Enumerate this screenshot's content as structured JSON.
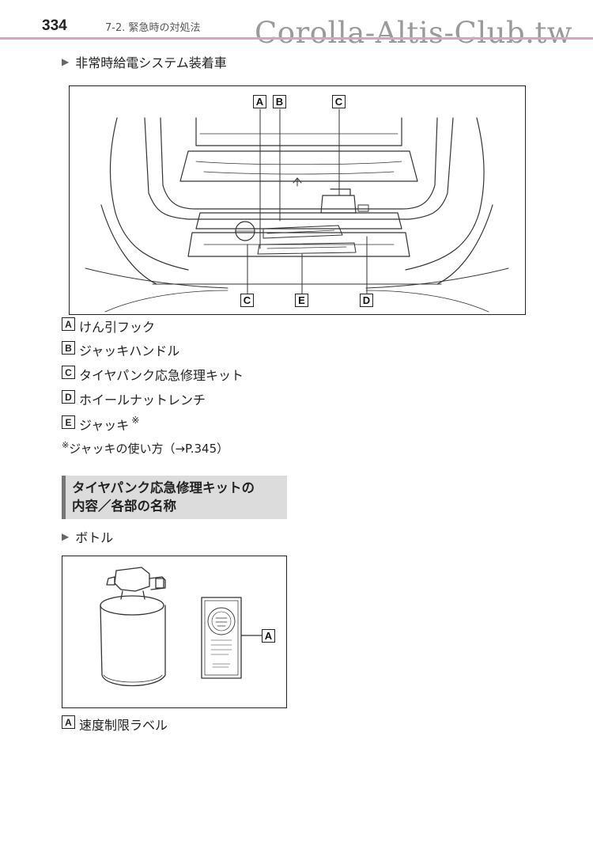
{
  "header": {
    "page_number": "334",
    "section_path": "7-2. 緊急時の対処法",
    "watermark": "Corolla-Altis-Club.tw"
  },
  "figure1": {
    "subheading": "非常時給電システム装着車",
    "callouts": {
      "a": "A",
      "b": "B",
      "c_top": "C",
      "c_bottom": "C",
      "e": "E",
      "d": "D"
    }
  },
  "legend": [
    {
      "key": "A",
      "label": "けん引フック"
    },
    {
      "key": "B",
      "label": "ジャッキハンドル"
    },
    {
      "key": "C",
      "label": "タイヤパンク応急修理キット"
    },
    {
      "key": "D",
      "label": "ホイールナットレンチ"
    },
    {
      "key": "E",
      "label": "ジャッキ",
      "note_mark": "※"
    }
  ],
  "footnote": {
    "mark": "※",
    "text": "ジャッキの使い方（→P.345）"
  },
  "section": {
    "title_line1": "タイヤパンク応急修理キットの",
    "title_line2": "内容／各部の名称"
  },
  "figure2": {
    "subheading": "ボトル",
    "callout": "A"
  },
  "legend2": [
    {
      "key": "A",
      "label": "速度制限ラベル"
    }
  ],
  "icons": {
    "bullet": "triangle-right-icon"
  },
  "colors": {
    "header_rule": "#d9a3c2",
    "section_bar": "#777777",
    "section_bg": "#dcdcdc"
  }
}
